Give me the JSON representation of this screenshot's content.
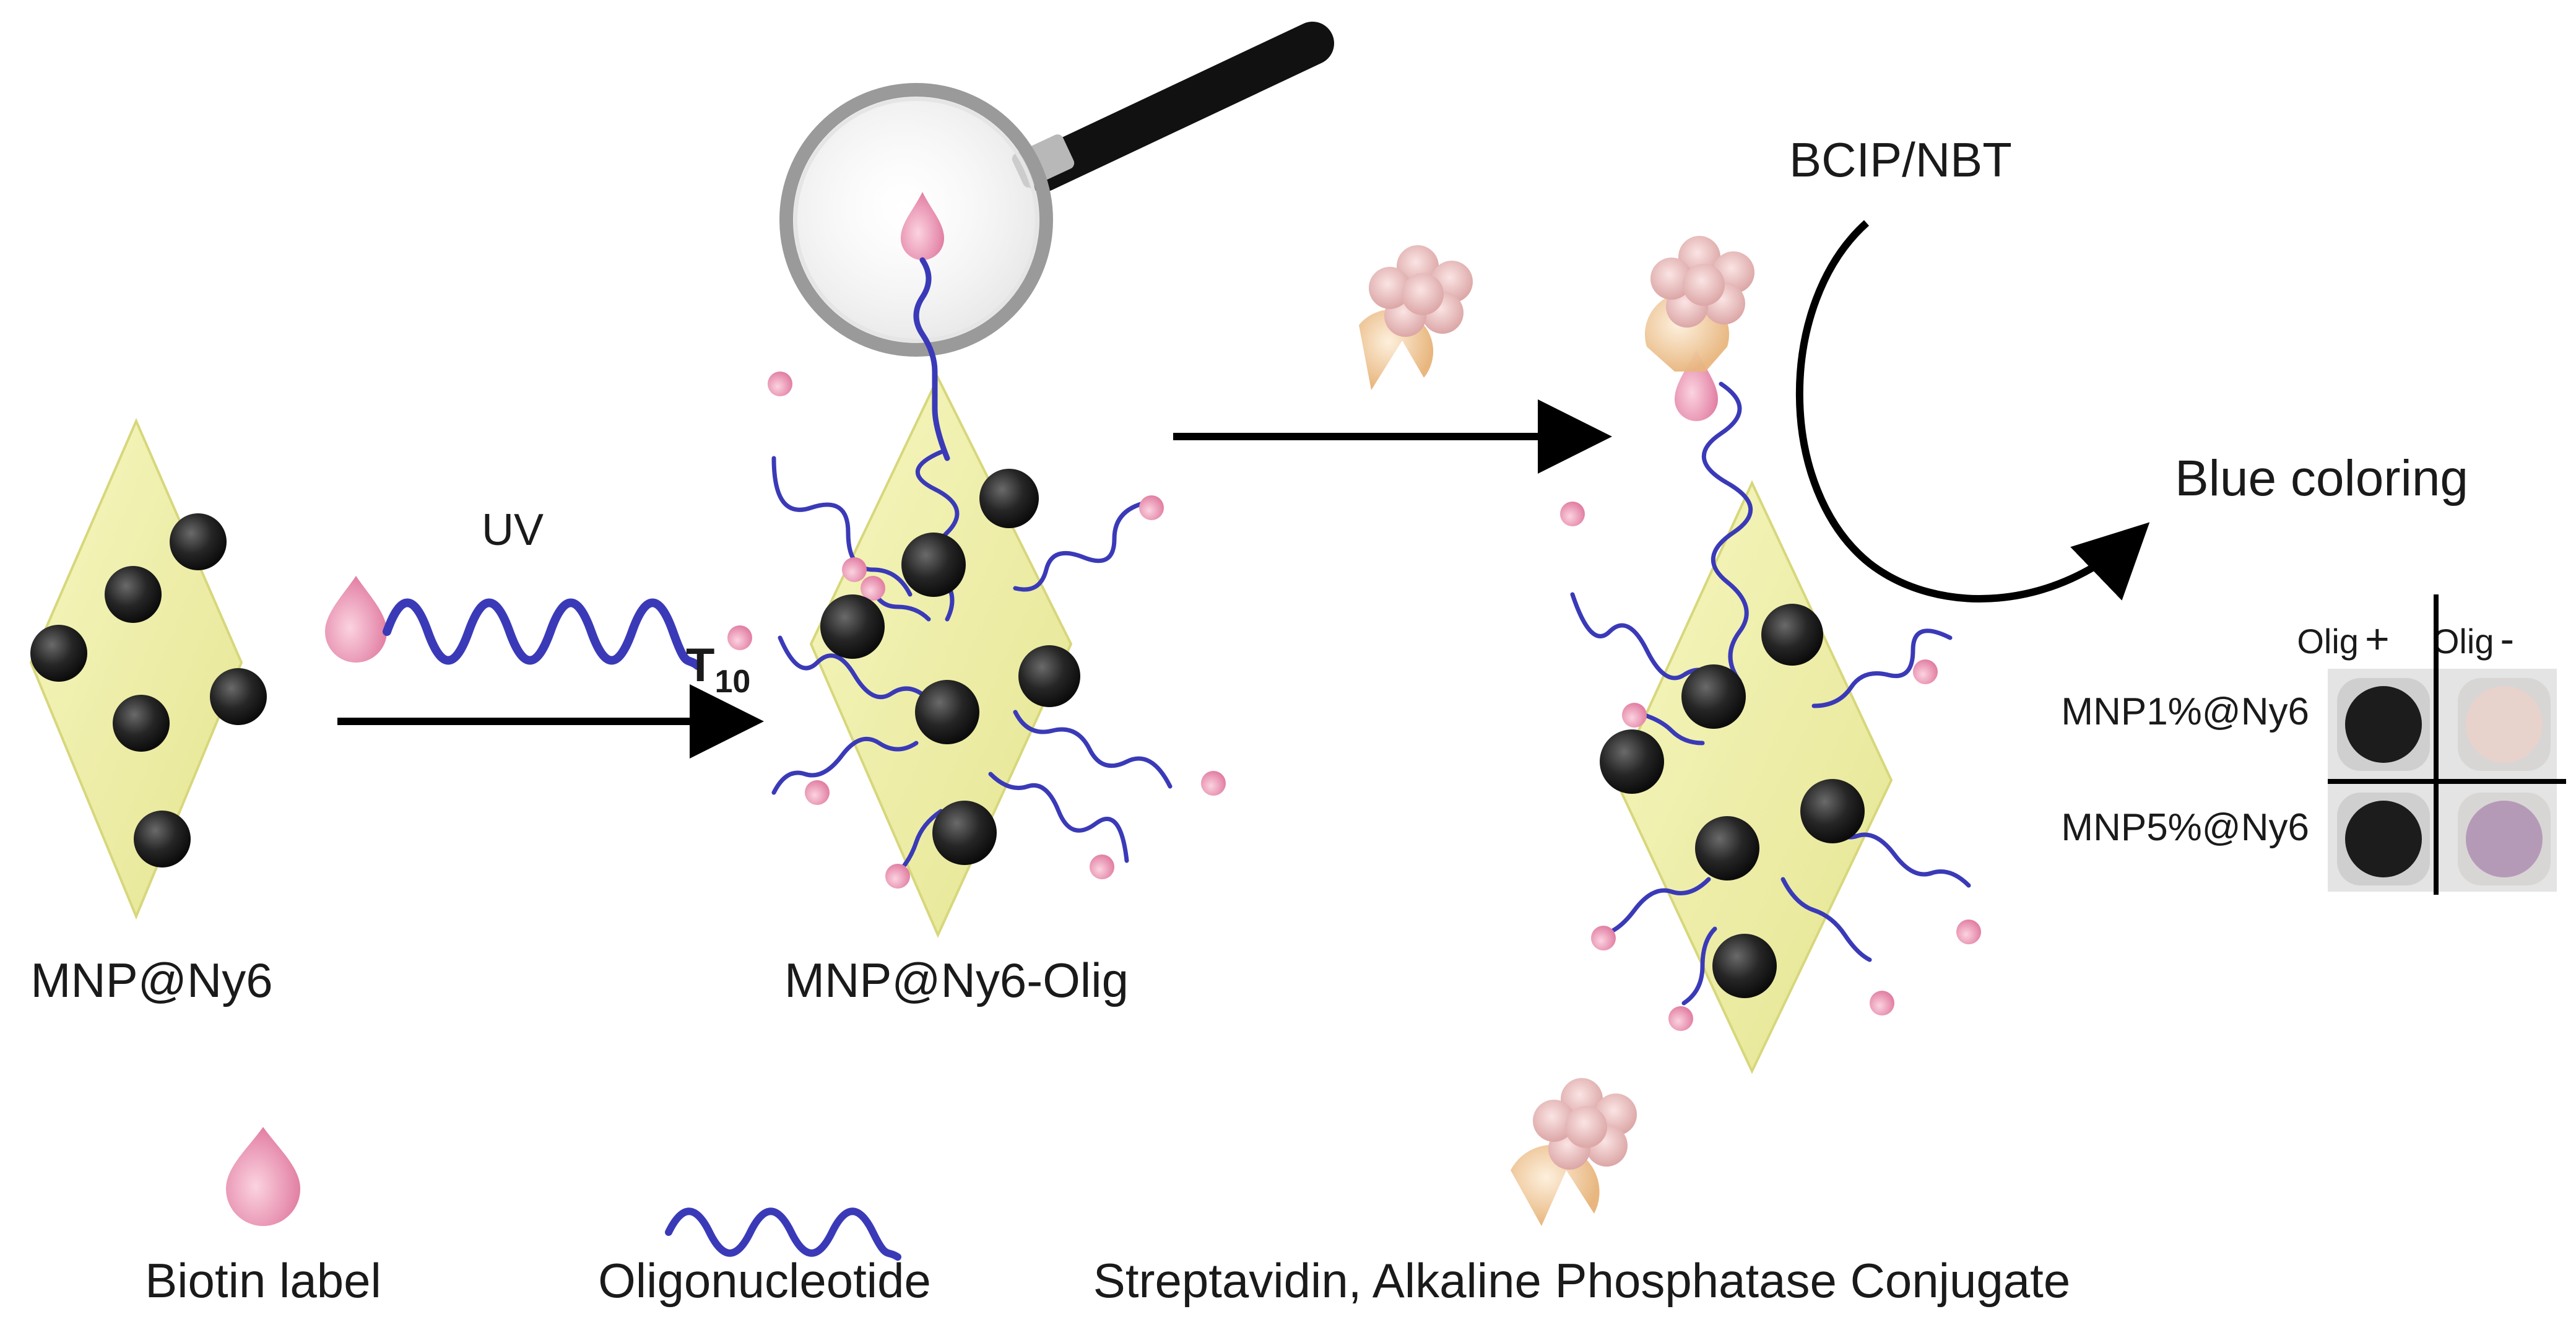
{
  "labels": {
    "mnp_ny6": "MNP@Ny6",
    "mnp_ny6_olig": "MNP@Ny6-Olig",
    "uv": "UV",
    "t10_main": "T",
    "t10_sub": "10",
    "bcip_nbt": "BCIP/NBT",
    "blue_coloring": "Blue coloring"
  },
  "result_panel": {
    "col_pos_label": "Olig",
    "col_pos_sign": "+",
    "col_neg_label": "Olig",
    "col_neg_sign": "-",
    "row1_label": "MNP1%@Ny6",
    "row2_label": "MNP5%@Ny6"
  },
  "legend": {
    "biotin": "Biotin label",
    "oligo": "Oligonucleotide",
    "streptavidin": "Streptavidin, Alkaline Phosphatase Conjugate"
  },
  "colors": {
    "crystal": "#f0f0a6",
    "nanoparticle": "#222222",
    "biotin": "#f2a4be",
    "oligo": "#3a3ab8",
    "arrow": "#000000",
    "enzyme": "#f3c6c6",
    "streptavidin": "#f3d3a8",
    "positive_well": "#1c1c1c",
    "negative_well_1": "#e8d2cc",
    "negative_well_2": "#b59ab8"
  },
  "icons": [
    "magnifier-icon",
    "biotin-drop-icon",
    "oligo-wave-icon",
    "enzyme-conjugate-icon"
  ]
}
